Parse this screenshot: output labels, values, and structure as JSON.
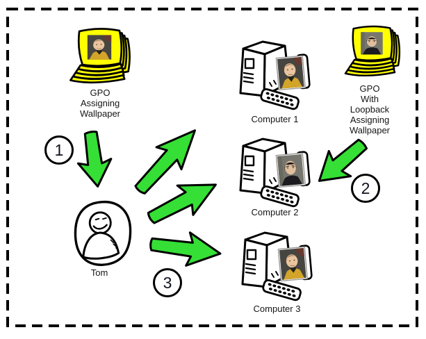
{
  "diagram": {
    "gpo_left": {
      "label": "GPO\nAssigning\nWallpaper"
    },
    "gpo_right": {
      "label": "GPO\nWith\nLoopback\nAssigning\nWallpaper"
    },
    "user": {
      "label": "Tom"
    },
    "computers": [
      {
        "label": "Computer 1",
        "wallpaper": "kirk"
      },
      {
        "label": "Computer 2",
        "wallpaper": "spock"
      },
      {
        "label": "Computer 3",
        "wallpaper": "kirk"
      }
    ],
    "steps": [
      {
        "number": "1"
      },
      {
        "number": "2"
      },
      {
        "number": "3"
      }
    ],
    "icons": {
      "gpo": "sticky-notes-stack-icon",
      "computer": "desktop-computer-icon",
      "user": "person-figure-icon",
      "arrow": "green-arrow-icon"
    },
    "colors": {
      "arrow_green": "#35df35",
      "note_yellow": "#ffff00",
      "outline_black": "#000000"
    }
  }
}
